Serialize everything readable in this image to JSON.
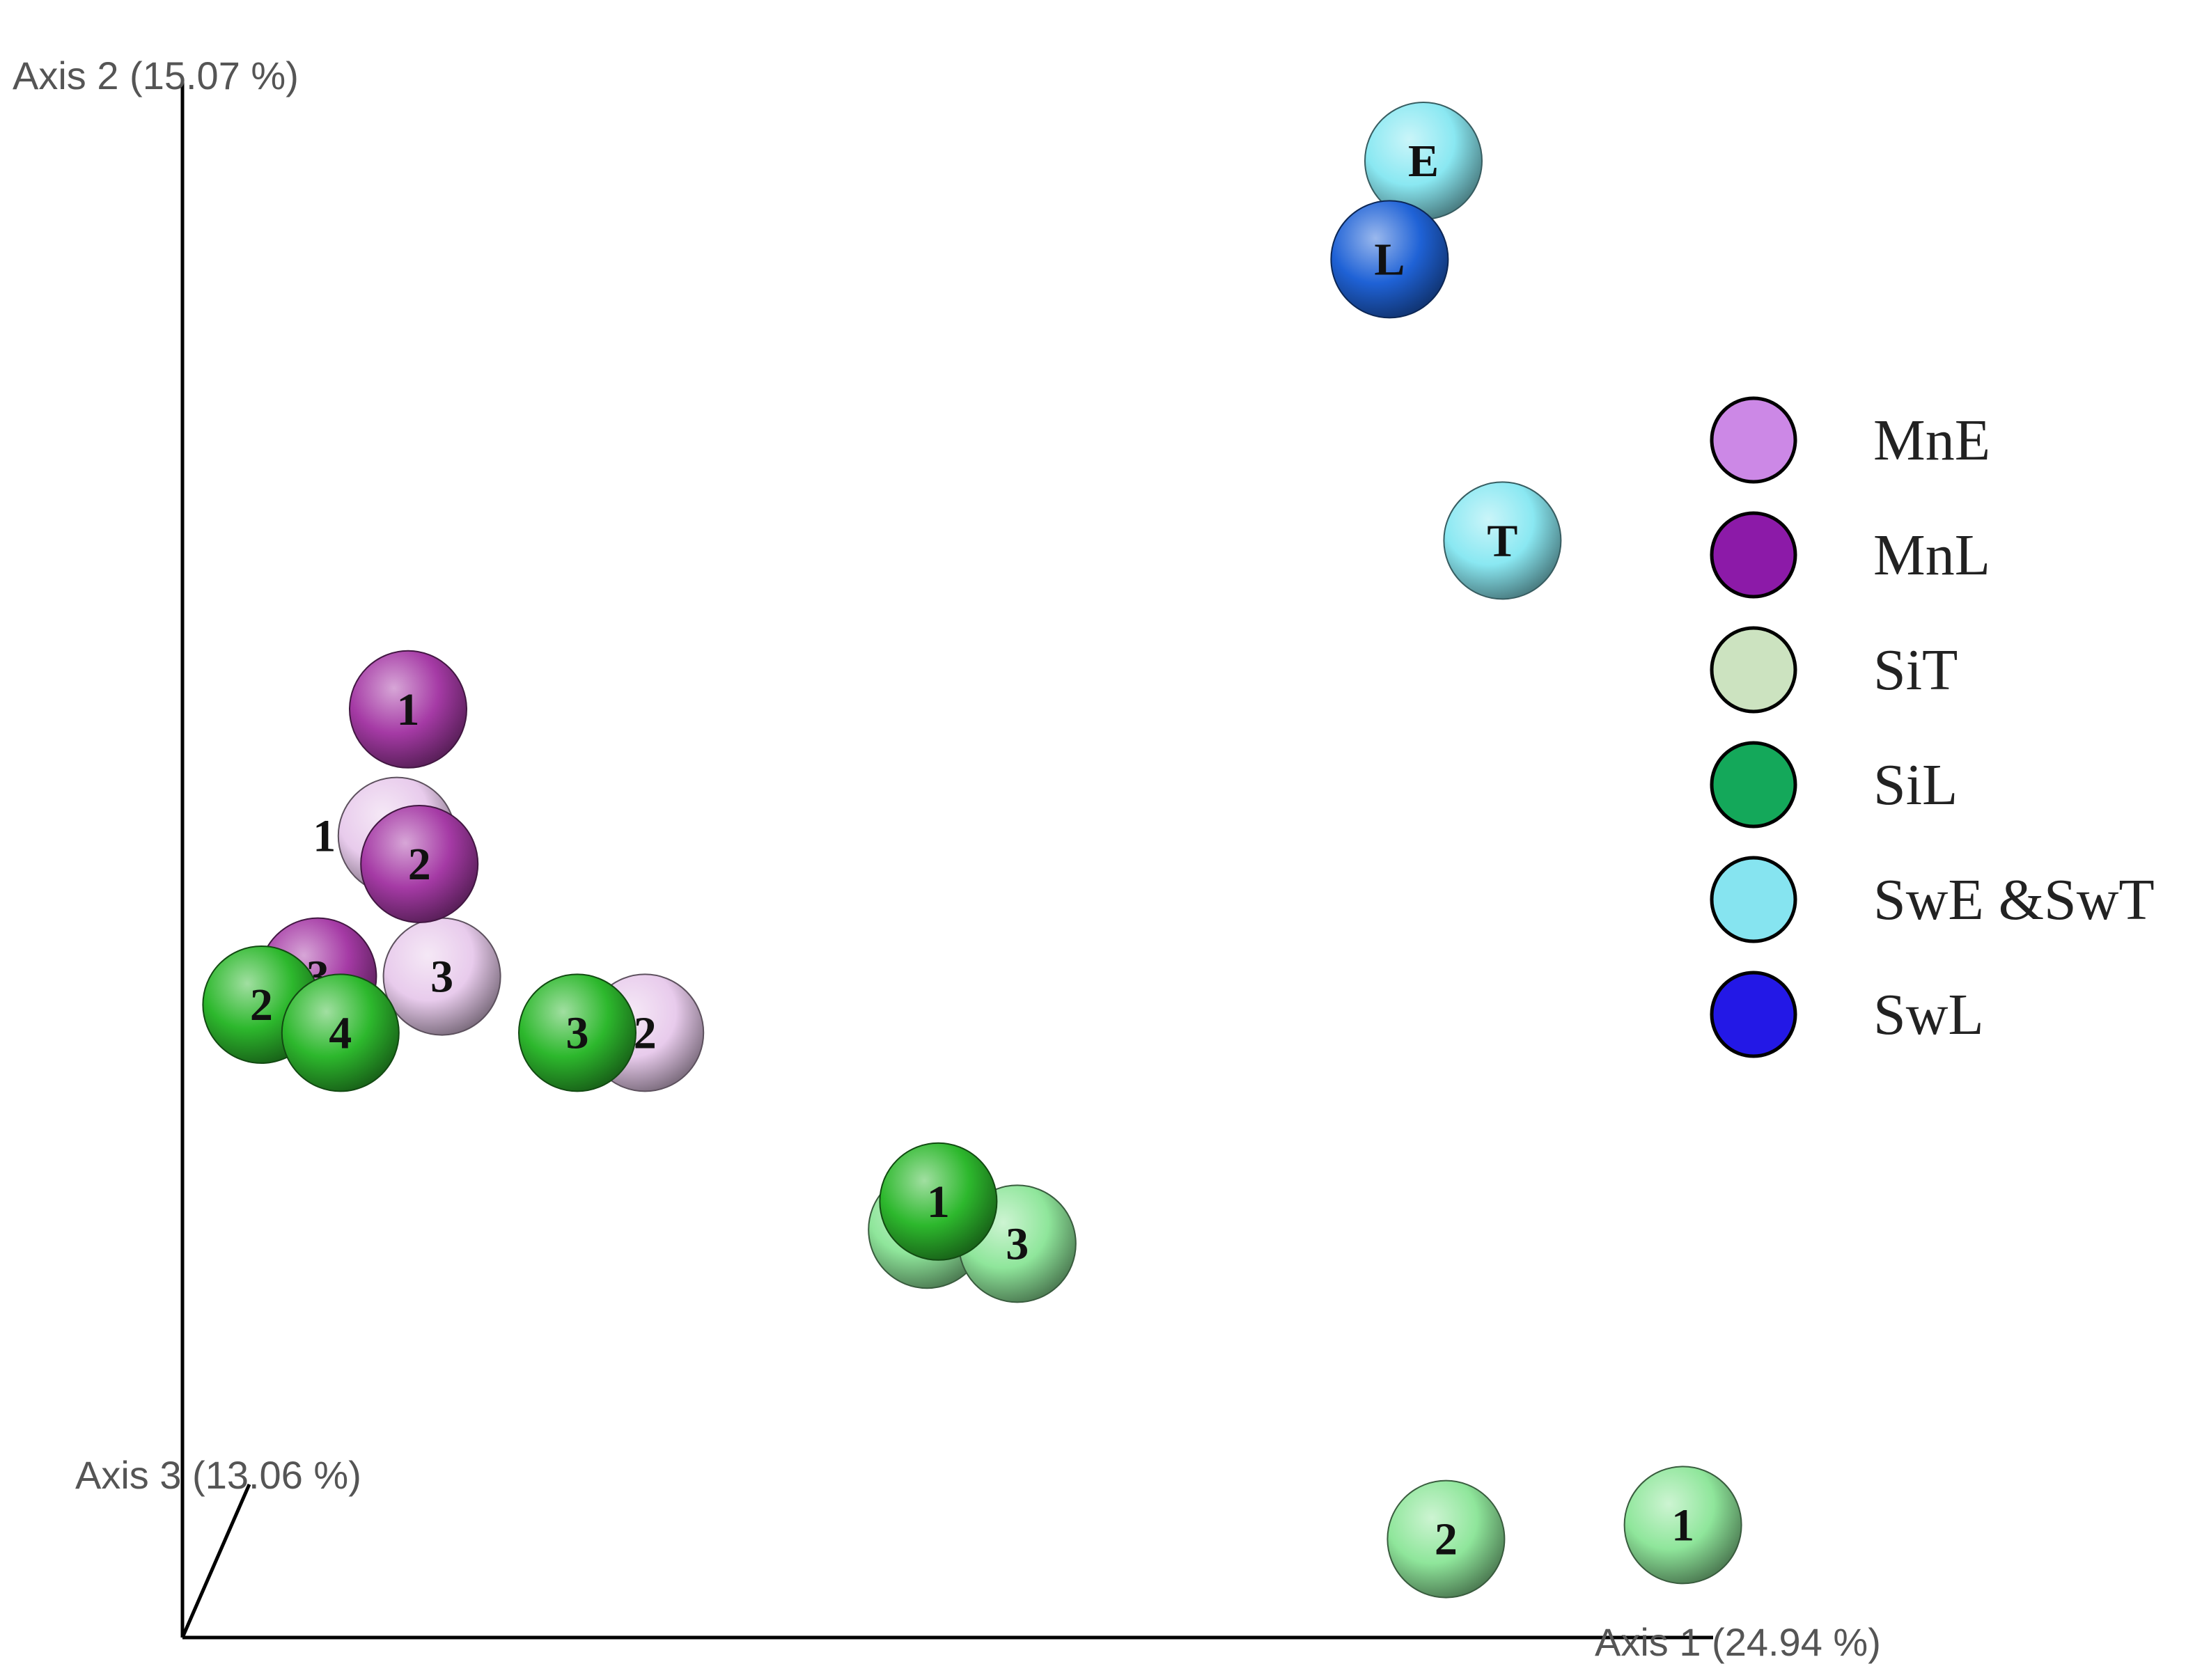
{
  "chart_data": {
    "type": "scatter",
    "title": "",
    "axes": {
      "x": {
        "label": "Axis 1 (24.94 %)"
      },
      "y": {
        "label": "Axis 2 (15.07 %)"
      },
      "z": {
        "label": "Axis 3 (13.06 %)"
      }
    },
    "legend": {
      "placement": "right",
      "entries": [
        {
          "name": "MnE",
          "color": "#cc88e6"
        },
        {
          "name": "MnL",
          "color": "#8c1aa8"
        },
        {
          "name": "SiT",
          "color": "#cce3c0"
        },
        {
          "name": "SiL",
          "color": "#14a85a"
        },
        {
          "name": "SwE &SwT",
          "color": "#86e4f0"
        },
        {
          "name": "SwL",
          "color": "#2318e6"
        }
      ]
    },
    "series": [
      {
        "name": "MnE",
        "color": "#e8cbec",
        "points": [
          {
            "label": "1",
            "x": 0.19,
            "y": 0.57,
            "outside": true
          },
          {
            "label": "3",
            "x": 0.23,
            "y": 0.47
          },
          {
            "label": "2",
            "x": 0.41,
            "y": 0.43
          }
        ]
      },
      {
        "name": "MnL",
        "color": "#a53aa5",
        "points": [
          {
            "label": "1",
            "x": 0.2,
            "y": 0.66
          },
          {
            "label": "2",
            "x": 0.21,
            "y": 0.55
          },
          {
            "label": "3",
            "x": 0.12,
            "y": 0.47
          }
        ]
      },
      {
        "name": "SiT",
        "color": "#8fe69b",
        "points": [
          {
            "label": "4",
            "x": 0.66,
            "y": 0.29
          },
          {
            "label": "3",
            "x": 0.74,
            "y": 0.28
          },
          {
            "label": "2",
            "x": 1.12,
            "y": 0.07
          },
          {
            "label": "1",
            "x": 1.33,
            "y": 0.08
          }
        ]
      },
      {
        "name": "SiL",
        "color": "#2db82d",
        "points": [
          {
            "label": "2",
            "x": 0.07,
            "y": 0.45
          },
          {
            "label": "4",
            "x": 0.14,
            "y": 0.43
          },
          {
            "label": "3",
            "x": 0.35,
            "y": 0.43
          },
          {
            "label": "1",
            "x": 0.67,
            "y": 0.31
          }
        ]
      },
      {
        "name": "SwE &SwT",
        "color": "#8ae8f2",
        "points": [
          {
            "label": "E",
            "x": 1.1,
            "y": 1.05
          },
          {
            "label": "T",
            "x": 1.17,
            "y": 0.78
          }
        ]
      },
      {
        "name": "SwL",
        "color": "#1f62d6",
        "points": [
          {
            "label": "L",
            "x": 1.07,
            "y": 0.98
          }
        ]
      }
    ]
  }
}
